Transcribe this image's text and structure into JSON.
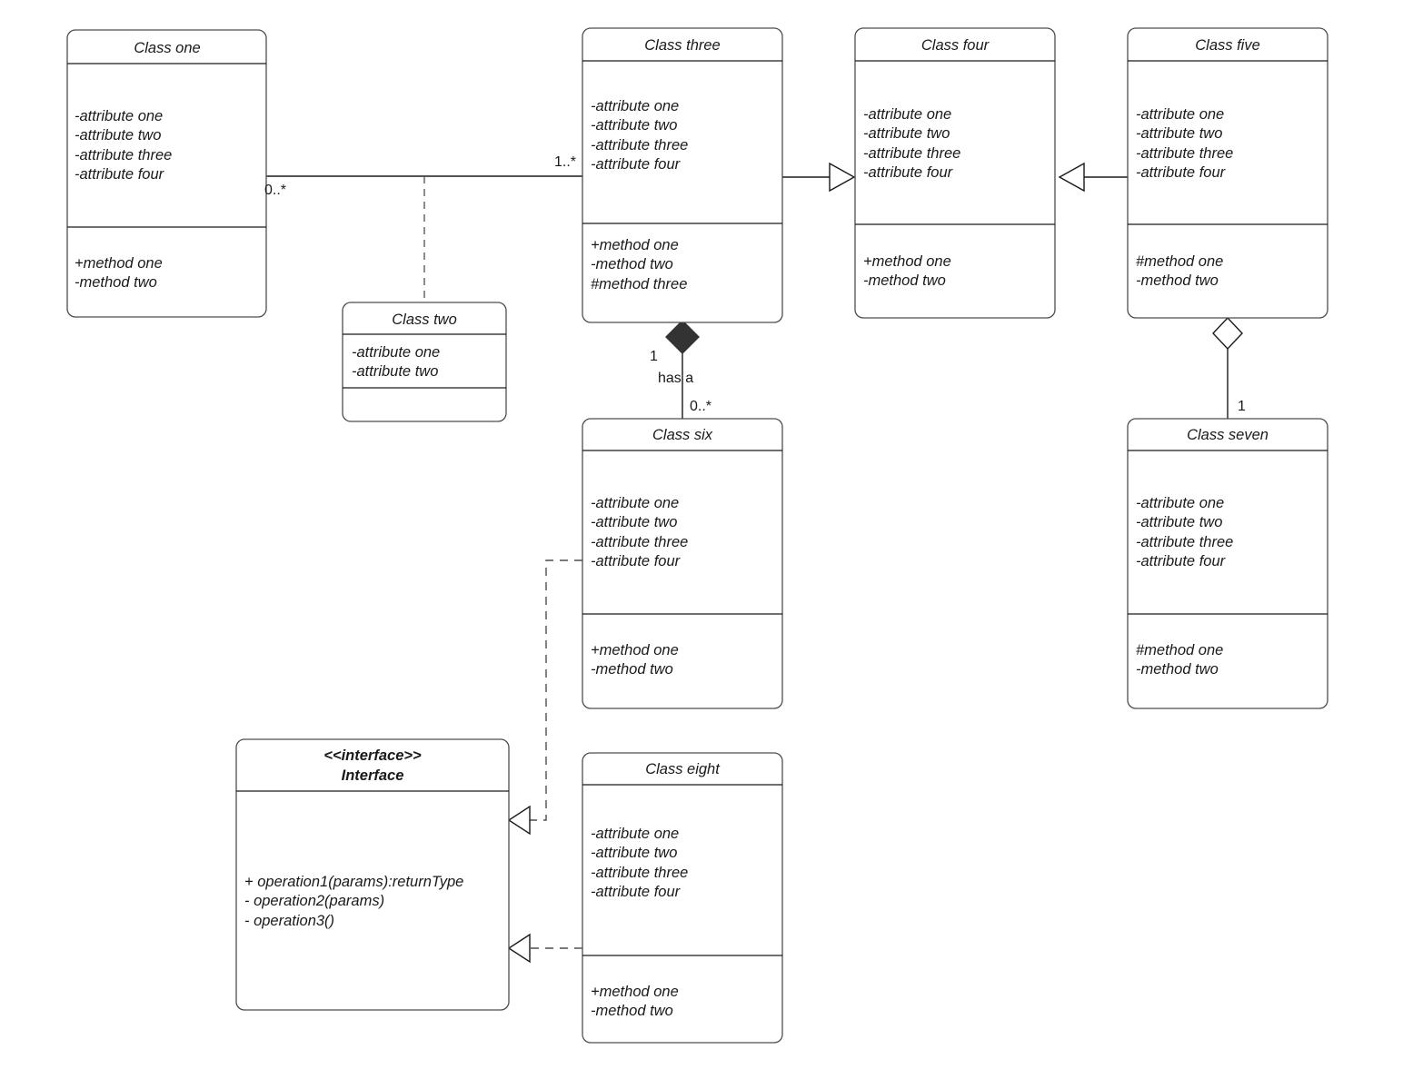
{
  "diagram": {
    "kind": "uml-class-diagram",
    "background": "#ffffff",
    "line_color": "#1a1a1a",
    "box_stroke": "#4d4d4d"
  },
  "classes": {
    "class_one": {
      "title": "Class one",
      "attributes": [
        "-attribute one",
        "-attribute two",
        "-attribute  three",
        "-attribute four"
      ],
      "methods": [
        "+method one",
        "-method two"
      ]
    },
    "class_two": {
      "title": "Class two",
      "attributes": [
        "-attribute one",
        "-attribute two"
      ],
      "methods": []
    },
    "class_three": {
      "title": "Class three",
      "attributes": [
        "-attribute one",
        "-attribute two",
        "-attribute  three",
        "-attribute four"
      ],
      "methods": [
        "+method one",
        "-method two",
        "#method three"
      ]
    },
    "class_four": {
      "title": "Class four",
      "attributes": [
        "-attribute one",
        "-attribute two",
        "-attribute  three",
        "-attribute four"
      ],
      "methods": [
        "+method one",
        "-method two"
      ]
    },
    "class_five": {
      "title": "Class five",
      "attributes": [
        "-attribute one",
        "-attribute two",
        "-attribute three",
        "-attribute four"
      ],
      "methods": [
        "#method one",
        "-method two"
      ]
    },
    "class_six": {
      "title": "Class six",
      "attributes": [
        "-attribute one",
        "-attribute two",
        "-attribute  three",
        "-attribute four"
      ],
      "methods": [
        "+method one",
        "-method two"
      ]
    },
    "class_seven": {
      "title": "Class seven",
      "attributes": [
        "-attribute one",
        "-attribute two",
        "-attribute three",
        "-attribute four"
      ],
      "methods": [
        "#method one",
        "-method two"
      ]
    },
    "class_eight": {
      "title": "Class eight",
      "attributes": [
        "-attribute one",
        "-attribute two",
        "-attribute  three",
        "-attribute four"
      ],
      "methods": [
        "+method one",
        "-method two"
      ]
    },
    "interface": {
      "stereotype": "<<interface>>",
      "title": "Interface",
      "attributes": [],
      "methods": [
        "+ operation1(params):returnType",
        "- operation2(params)",
        "- operation3()"
      ]
    }
  },
  "relationships": {
    "assoc_one_three": {
      "type": "association",
      "source": "Class one",
      "target": "Class three",
      "source_multiplicity": "0..*",
      "target_multiplicity": "1..*",
      "association_class": "Class two"
    },
    "gen_three_four": {
      "type": "generalization",
      "source": "Class three",
      "target": "Class four"
    },
    "gen_five_four": {
      "type": "generalization",
      "source": "Class five",
      "target": "Class four"
    },
    "comp_three_six": {
      "type": "composition",
      "source": "Class three",
      "target": "Class six",
      "label": "has a",
      "source_multiplicity": "1",
      "target_multiplicity": "0..*"
    },
    "aggr_five_seven": {
      "type": "aggregation",
      "source": "Class five",
      "target": "Class seven",
      "target_multiplicity": "1"
    },
    "real_six_interface": {
      "type": "realization",
      "source": "Class six",
      "target": "Interface"
    },
    "real_eight_interface": {
      "type": "realization",
      "source": "Class eight",
      "target": "Interface"
    }
  }
}
